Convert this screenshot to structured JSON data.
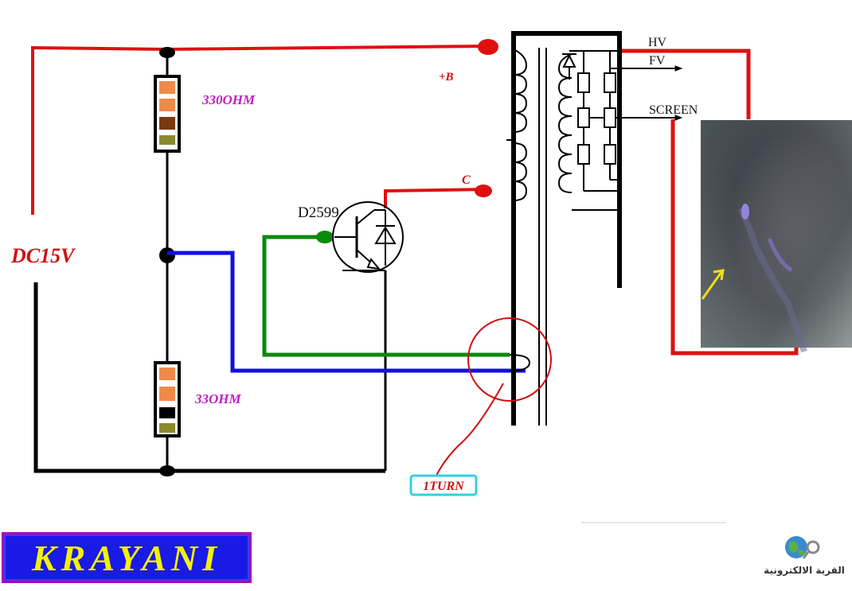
{
  "labels": {
    "dc_supply": "DC15V",
    "resistor_top": "330OHM",
    "resistor_bottom": "33OHM",
    "transistor": "D2599",
    "plus_b": "+B",
    "collector": "C",
    "hv": "HV",
    "fv": "FV",
    "screen": "SCREEN",
    "one_turn": "1TURN"
  },
  "brand": {
    "name": "KRAYANI"
  },
  "logo": {
    "text": "القرية الالكترونية"
  },
  "colors": {
    "supply_wire": "#e01010",
    "ground_wire": "#000000",
    "base_wire": "#0a8a0a",
    "feedback_wire": "#1010e0",
    "resistor_label": "#c020c0",
    "dc_label": "#d01010",
    "brand_bg": "#1a1ae6",
    "brand_text": "#f2f200"
  }
}
